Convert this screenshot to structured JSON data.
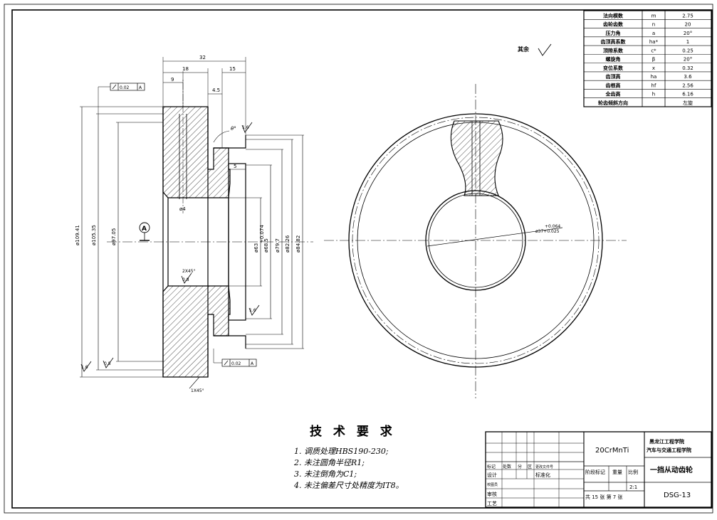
{
  "params": {
    "rows": [
      {
        "name": "法向模数",
        "sym": "m",
        "val": "2.75"
      },
      {
        "name": "齿轮齿数",
        "sym": "n",
        "val": "20"
      },
      {
        "name": "压力角",
        "sym": "a",
        "val": "20°"
      },
      {
        "name": "齿顶高系数",
        "sym": "ha*",
        "val": "1"
      },
      {
        "name": "顶隙系数",
        "sym": "c*",
        "val": "0.25"
      },
      {
        "name": "螺旋角",
        "sym": "β",
        "val": "20°"
      },
      {
        "name": "变位系数",
        "sym": "x",
        "val": "0.32"
      },
      {
        "name": "齿顶高",
        "sym": "ha",
        "val": "3.6"
      },
      {
        "name": "齿根高",
        "sym": "hf",
        "val": "2.56"
      },
      {
        "name": "全齿高",
        "sym": "h",
        "val": "6.16"
      },
      {
        "name": "轮齿倾斜方向",
        "sym": "",
        "val": "左旋"
      }
    ]
  },
  "surface": {
    "label": "其余"
  },
  "section": {
    "dims": {
      "width_32": "32",
      "width_18": "18",
      "width_9": "9",
      "width_15": "15",
      "width_4_5": "4.5",
      "width_5": "5",
      "dia_109": "ø109.41",
      "dia_105": "ø105.35",
      "dia_97": "ø97.05",
      "dia_63": "ø63",
      "dia_68": "ø68.5",
      "dia_79": "ø79.7",
      "dia_82": "ø82.26",
      "dia_84": "ø84.82",
      "bore_tol": "+0.074",
      "hole_4": "ø4",
      "angle": "θ°",
      "chamfer_top": "2X45°",
      "chamfer_bottom": "1X45°"
    },
    "rough": {
      "r1": "1.6",
      "r2": "1.6",
      "r3": "0.8",
      "r4": "1.6",
      "r5": "0.8",
      "r6": "1.6"
    },
    "datum": "A",
    "tol_top": {
      "value": "0.02",
      "ref": "A"
    },
    "tol_bottom": {
      "value": "0.02",
      "ref": "A"
    }
  },
  "endview": {
    "bore_dim": "ø37+0.025",
    "bore_tol": "+0.064"
  },
  "requirements": {
    "title": "技 术 要 求",
    "items": [
      "1. 调质处理HBS190-230;",
      "2. 未注圆角半径R1;",
      "3. 未注倒角为C1;",
      "4. 未注偏差尺寸处精度为IT8。"
    ]
  },
  "titleblock": {
    "material": "20CrMnTi",
    "school": "黑龙江工程学院",
    "dept": "汽车与交通工程学院",
    "part_name": "一挡从动齿轮",
    "drawing_no": "DSG-13",
    "scale": "2:1",
    "labels": {
      "mark": "标记",
      "count": "处数",
      "zone": "分",
      "region": "区",
      "change_doc": "更改文件号",
      "design": "设计",
      "standard": "标准化",
      "process_check": "校图员",
      "review": "审核",
      "craft": "工艺",
      "stage": "阶段标记",
      "weight": "重量",
      "ratio": "比例"
    },
    "sheet": "共 15 张  第 7 张"
  }
}
